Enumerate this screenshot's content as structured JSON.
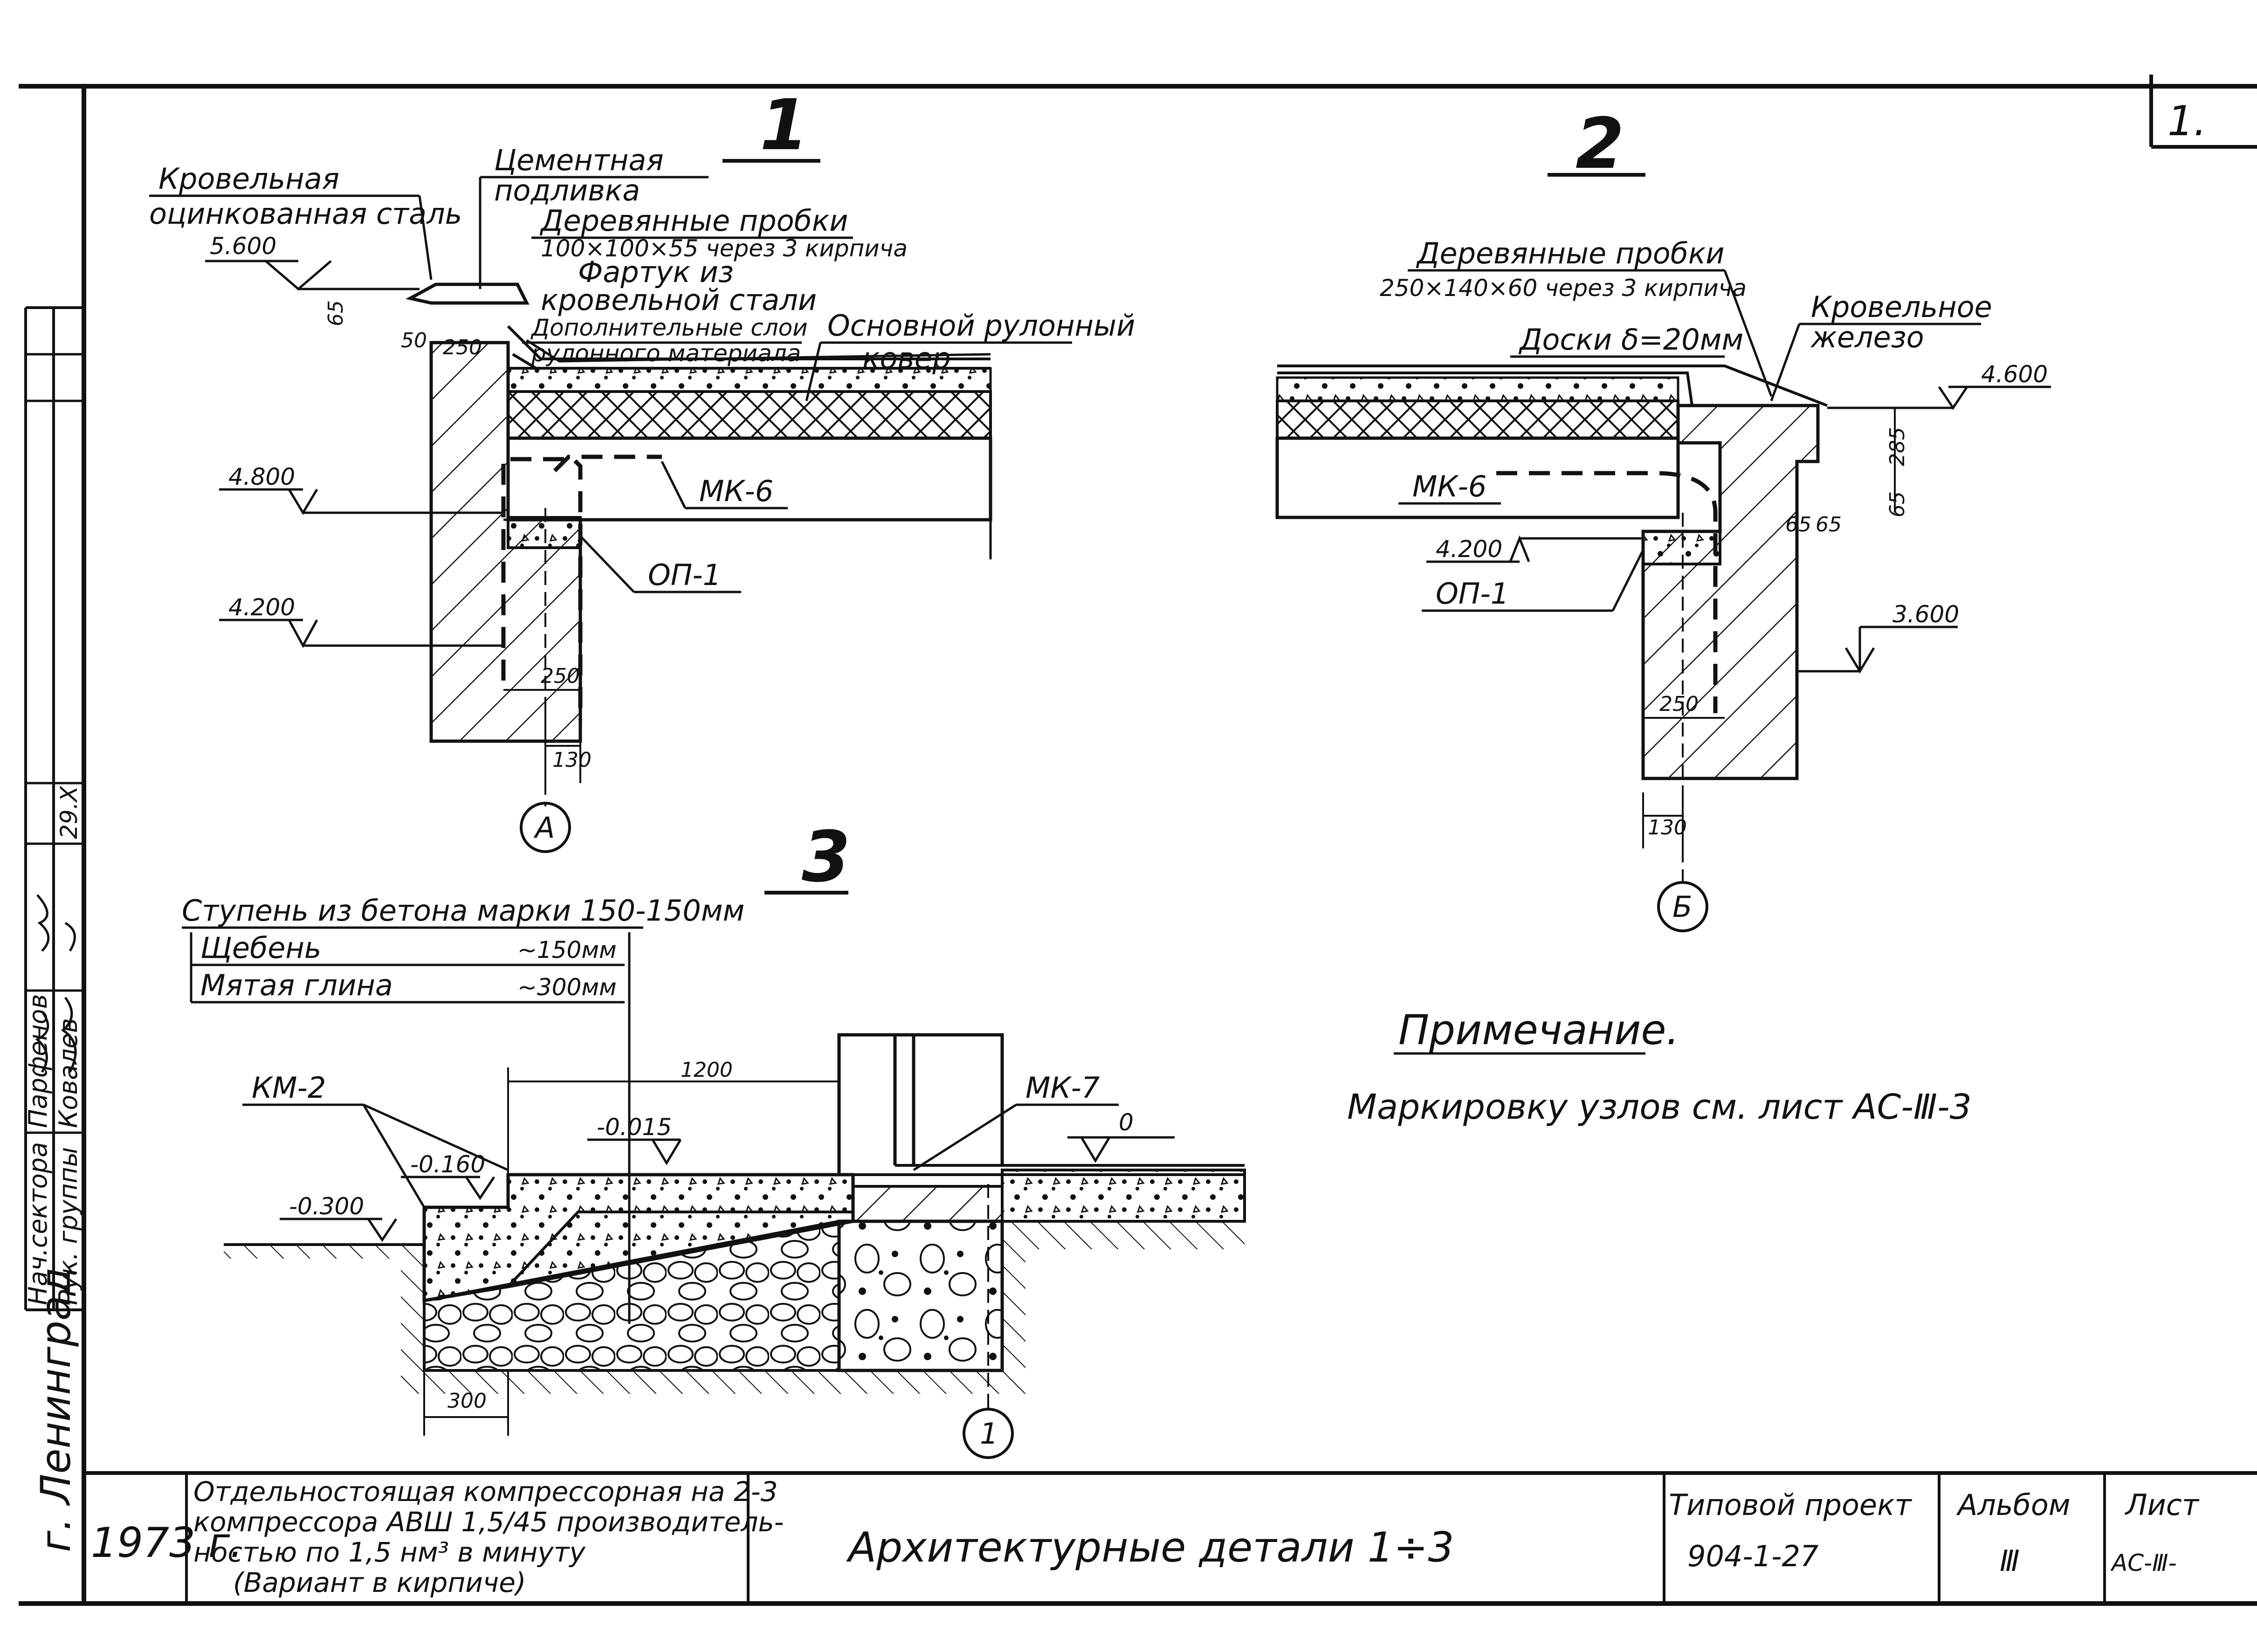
{
  "sheet": {
    "corner_mark": "1.",
    "detail_1": {
      "number": "1",
      "labels": {
        "roof_steel_1": "Кровельная",
        "roof_steel_2": "оцинкованная сталь",
        "cement_1": "Цементная",
        "cement_2": "подливка",
        "plugs_1": "Деревянные пробки",
        "plugs_2": "100×100×55 через 3 кирпича",
        "apron_1": "Фартук из",
        "apron_2": "кровельной стали",
        "layers_1": "Дополнительные слои",
        "layers_2": "рулонного материала",
        "carpet_1": "Основной рулонный",
        "carpet_2": "ковер",
        "mk": "МК-6",
        "op": "ОП-1",
        "axis": "А"
      },
      "levels": [
        "5.600",
        "4.800",
        "4.200"
      ],
      "dims": [
        "65",
        "50",
        "250",
        "250",
        "130"
      ]
    },
    "detail_2": {
      "number": "2",
      "labels": {
        "plugs_1": "Деревянные пробки",
        "plugs_2": "250×140×60 через 3 кирпича",
        "boards": "Доски δ=20мм",
        "iron_1": "Кровельное",
        "iron_2": "железо",
        "mk": "МК-6",
        "op": "ОП-1",
        "axis": "Б"
      },
      "levels": [
        "4.600",
        "4.200",
        "3.600"
      ],
      "dims": [
        "285",
        "65",
        "65",
        "65",
        "250",
        "130"
      ]
    },
    "detail_3": {
      "number": "3",
      "layers": {
        "title": "Ступень из бетона марки 150-150мм",
        "row1_name": "Щебень",
        "row1_value": "~150мм",
        "row2_name": "Мятая глина",
        "row2_value": "~300мм"
      },
      "labels": {
        "km": "КМ-2",
        "mk": "МК-7",
        "axis": "1"
      },
      "levels": [
        "-0.300",
        "-0.160",
        "-0.015",
        "0"
      ],
      "dims": [
        "1200",
        "300"
      ]
    },
    "note": {
      "heading": "Примечание.",
      "text": "Маркировку узлов см. лист АС-Ⅲ-3"
    },
    "side_stamp": {
      "row1": "Нач.сектора",
      "row1_name": "Парфенов",
      "row2": "Рук. группы",
      "row2_name": "Ковалев",
      "date": "29.Х",
      "city": "г. Ленинград"
    },
    "title_block": {
      "year": "1973 г.",
      "desc_1": "Отдельностоящая компрессорная на 2-3",
      "desc_2": "компрессора АВШ 1,5/45 производитель-",
      "desc_3": "ностью по 1,5 нм³ в минуту",
      "desc_4": "(Вариант в кирпиче)",
      "sheet_title": "Архитектурные детали 1÷3",
      "project_label": "Типовой проект",
      "project_no": "904-1-27",
      "album_label": "Альбом",
      "album_no": "Ⅲ",
      "list_label": "Лист",
      "list_no": "АС-Ⅲ-"
    }
  }
}
